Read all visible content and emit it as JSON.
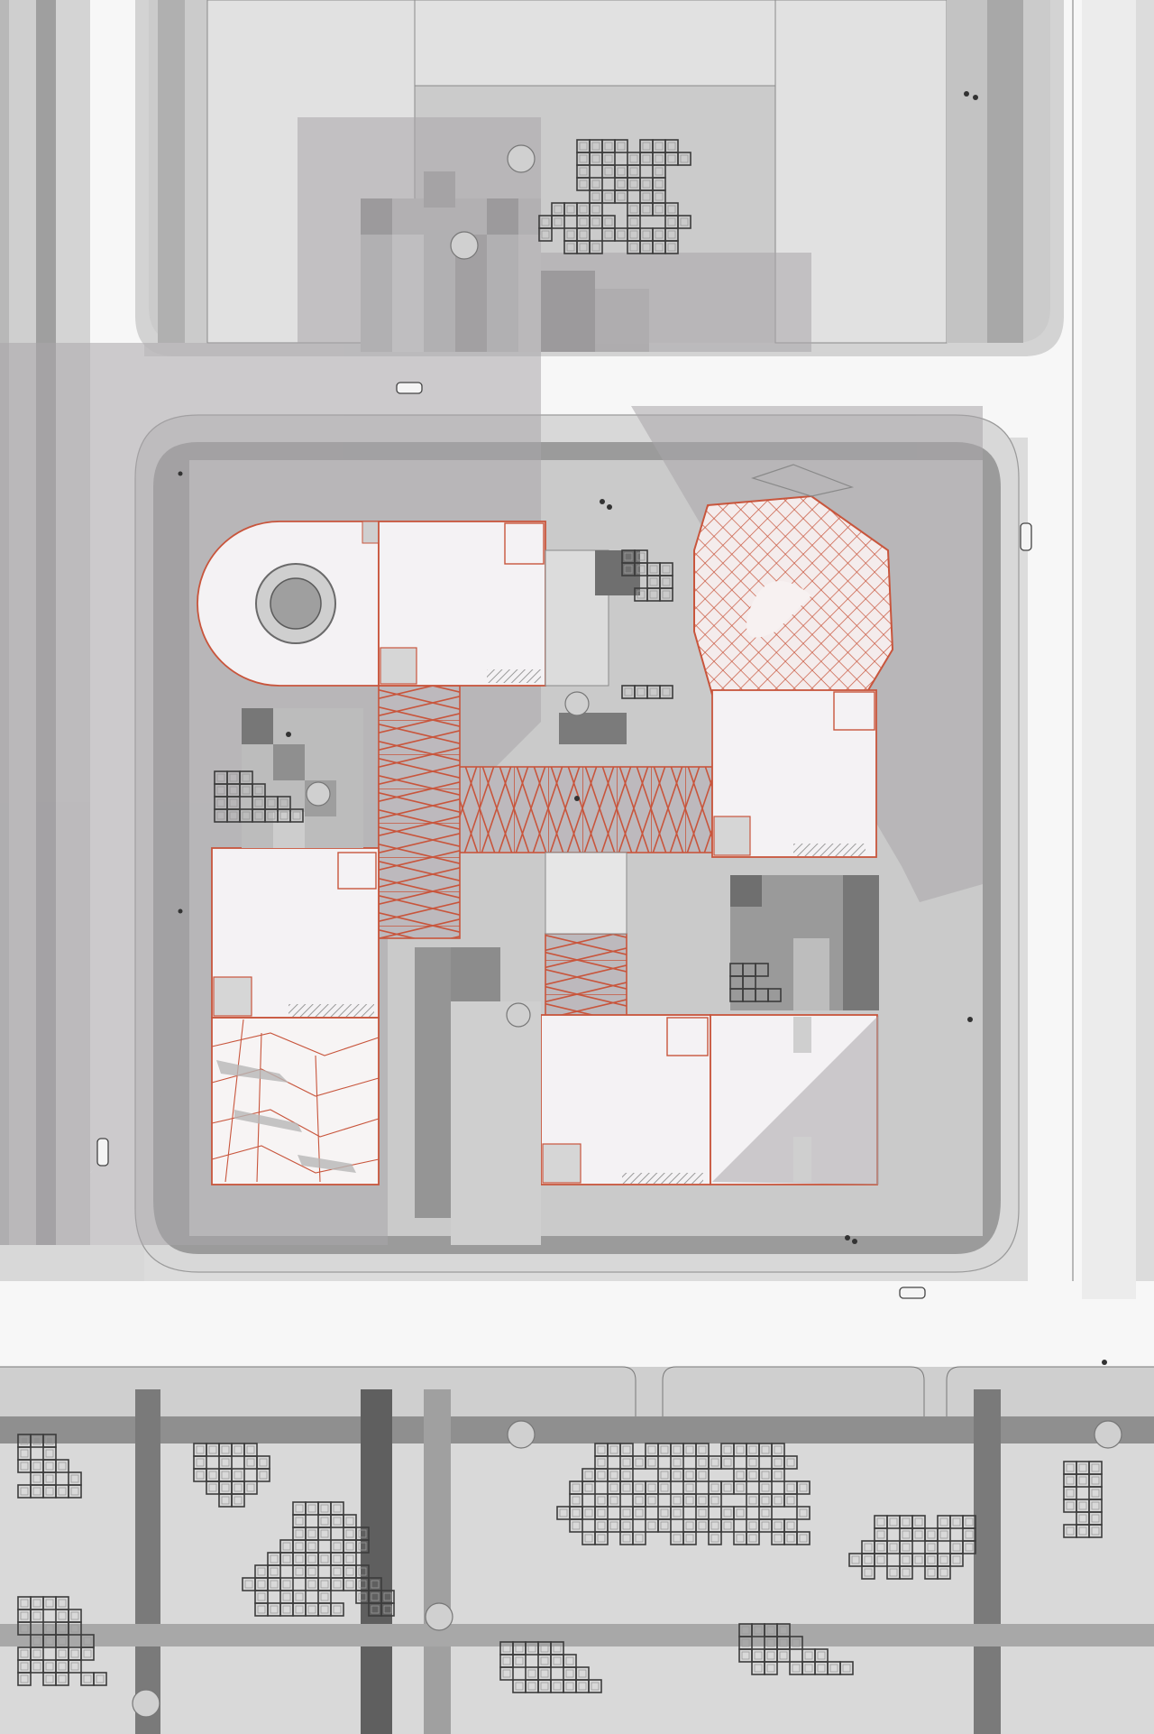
{
  "title": "",
  "colors": {
    "paper": "#dcdcdc",
    "street": "#f7f7f7",
    "sidewalk": "#d2d2d2",
    "curb_band": "#9b9b9b",
    "plaza": "#c9c8c9",
    "shadow": "#a9a6aa",
    "roof": "#f4f2f4",
    "structure": "#c8553c",
    "grid_line": "#3c3c3c",
    "lawn_stripe": "#8f8f8f"
  },
  "legend": [],
  "annotations": [],
  "elements": {
    "vehicles": 4,
    "pedestrians": 12,
    "trees": 9
  }
}
